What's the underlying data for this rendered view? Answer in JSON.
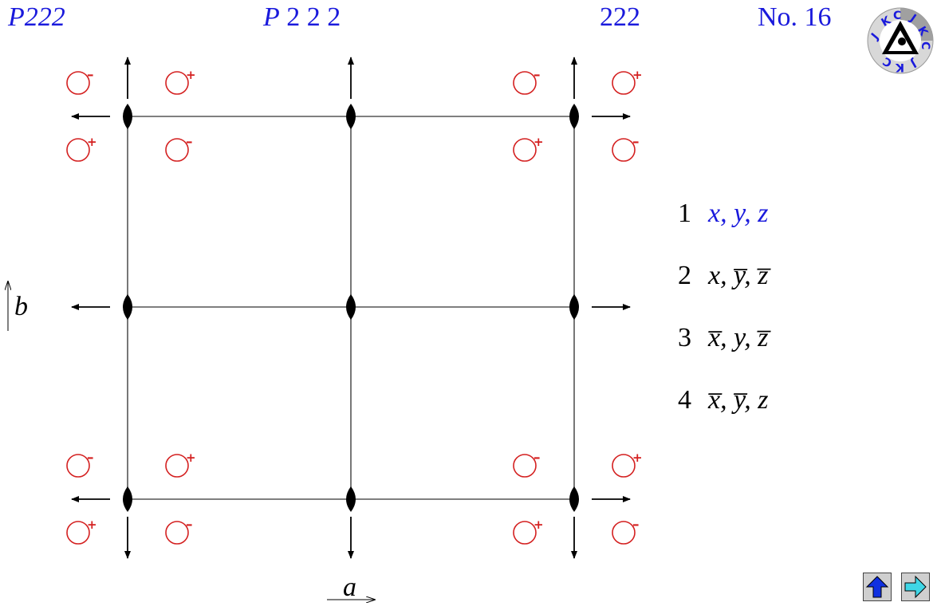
{
  "header": {
    "short_symbol": "P222",
    "full_symbol": "P 2 2 2",
    "point_group": "222",
    "number": "No. 16"
  },
  "axes": {
    "a_label": "a",
    "b_label": "b"
  },
  "positions": [
    {
      "num": "1",
      "coords": "x, y, z"
    },
    {
      "num": "2",
      "coords": "x, y̅, z̅"
    },
    {
      "num": "3",
      "coords": "x̅, y, z̅"
    },
    {
      "num": "4",
      "coords": "x̅, y̅, z"
    }
  ],
  "general_position_signs": {
    "top_left": [
      "-",
      "+"
    ],
    "bottom_left": [
      "+",
      "-"
    ]
  },
  "logo": {
    "text": "JKC"
  },
  "nav": {
    "up_icon": "arrow-up-icon",
    "next_icon": "arrow-right-icon"
  },
  "colors": {
    "title_blue": "#1a1adc",
    "position_red": "#d42020",
    "grid_gray": "#555555",
    "nav_up_blue": "#1030e0",
    "nav_next_cyan": "#3fd6e6"
  }
}
